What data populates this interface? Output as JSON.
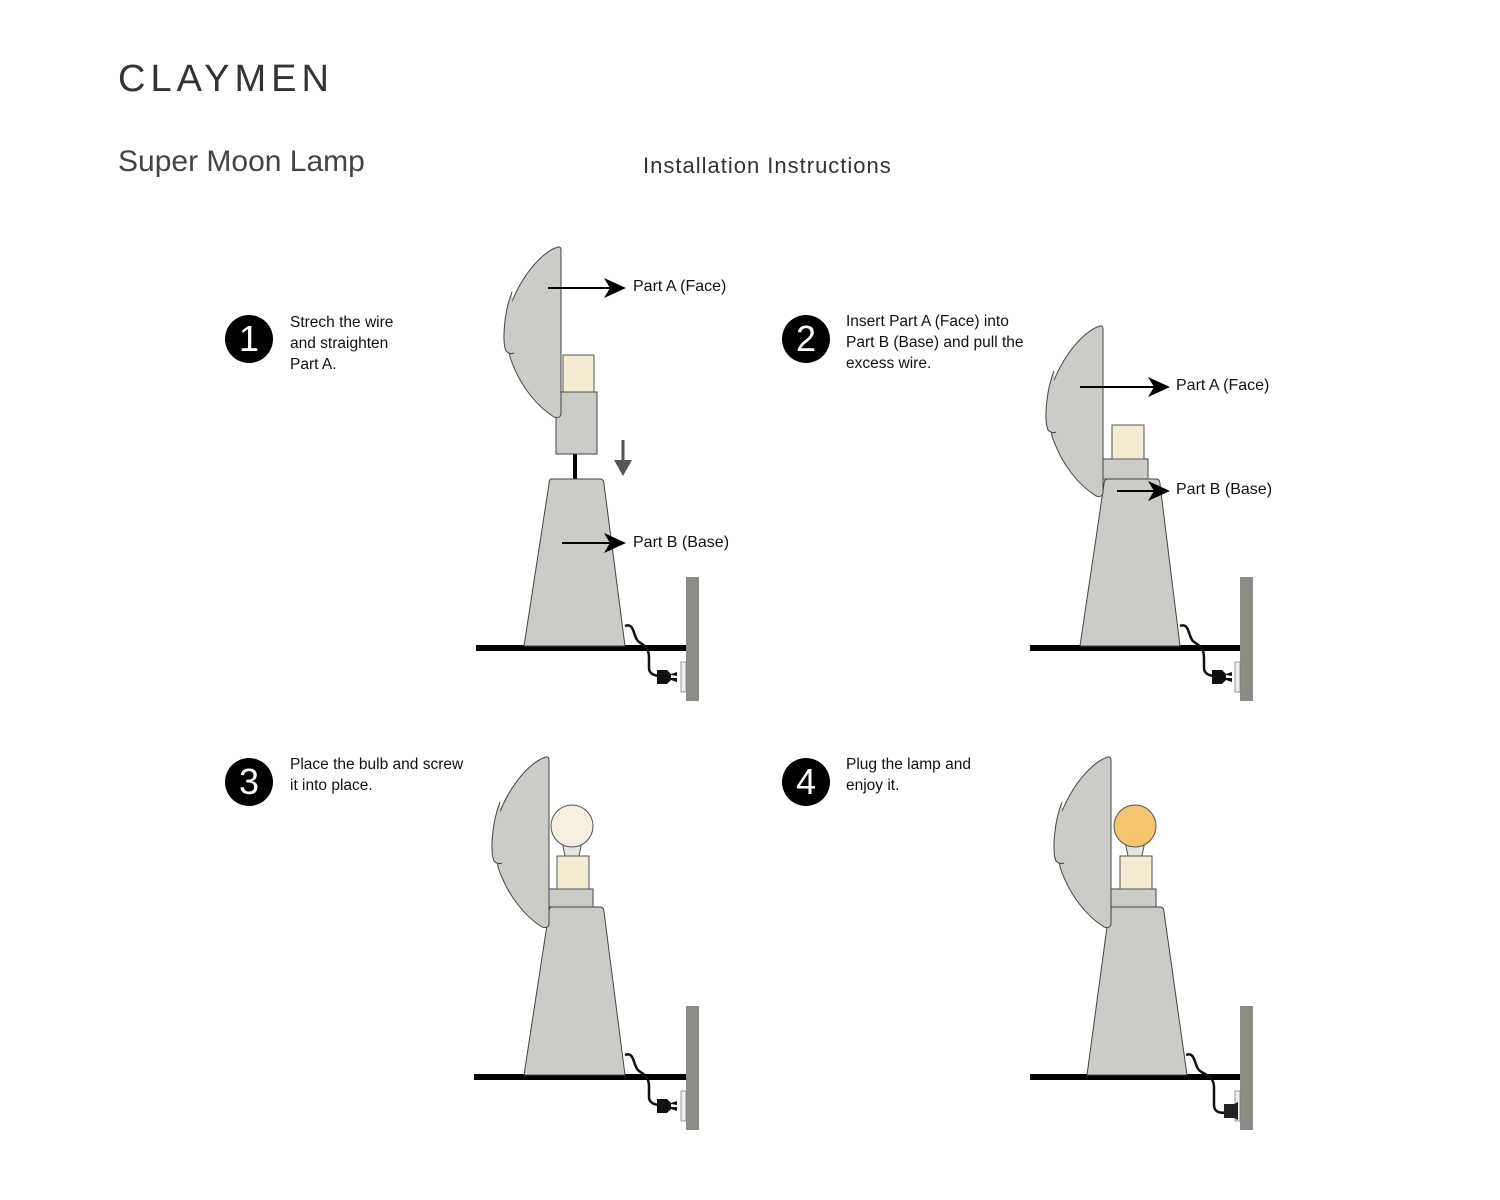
{
  "header": {
    "brand": "CLAYMEN",
    "product": "Super Moon Lamp",
    "subtitle": "Installation Instructions"
  },
  "steps": [
    {
      "number": "1",
      "text": "Strech the wire\nand straighten\nPart A."
    },
    {
      "number": "2",
      "text": "Insert Part A (Face) into\nPart B (Base) and pull the\nexcess wire."
    },
    {
      "number": "3",
      "text": "Place the bulb and screw\nit into place."
    },
    {
      "number": "4",
      "text": "Plug the lamp and\nenjoy it."
    }
  ],
  "labels": {
    "part_a": "Part A (Face)",
    "part_b": "Part B (Base)"
  },
  "colors": {
    "lamp_gray": "#cbcbc7",
    "socket_cream": "#f3ecd3",
    "bulb_off": "#f4efe0",
    "bulb_on": "#f5c46e",
    "wall": "#8c8c86"
  }
}
